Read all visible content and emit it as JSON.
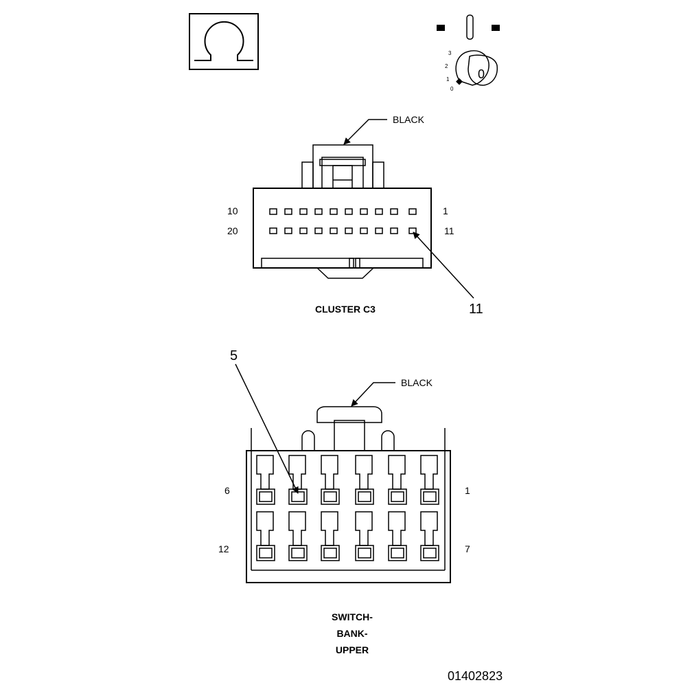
{
  "symbols": {
    "ohm_icon": "ohmmeter-symbol-icon",
    "ignition_icon": "ignition-key-off-icon",
    "ignition_positions": [
      "3",
      "2",
      "1",
      "0"
    ],
    "ignition_key_label": "0"
  },
  "connector_c3": {
    "color_label": "BLACK",
    "top_left_pin": "10",
    "top_right_pin": "1",
    "bottom_left_pin": "20",
    "bottom_right_pin": "11",
    "callout": "11",
    "name": "CLUSTER C3"
  },
  "connector_switch": {
    "color_label": "BLACK",
    "top_left_pin": "6",
    "top_right_pin": "1",
    "bottom_left_pin": "12",
    "bottom_right_pin": "7",
    "callout": "5",
    "name_line1": "SWITCH-",
    "name_line2": "BANK-",
    "name_line3": "UPPER"
  },
  "figure_id": "01402823"
}
